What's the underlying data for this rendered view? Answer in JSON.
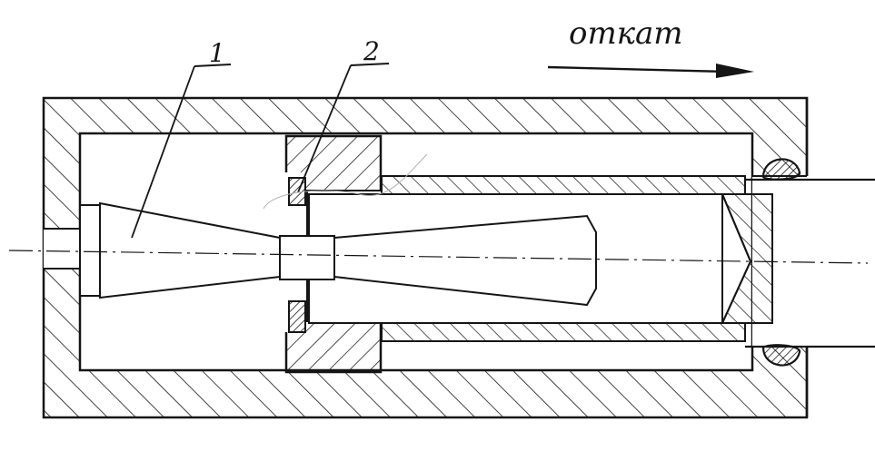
{
  "diagram": {
    "recoil_label": "откат",
    "callout_1": "1",
    "callout_2": "2"
  },
  "colors": {
    "ink": "#151515",
    "paper": "#ffffff"
  },
  "icons": {
    "recoil_direction": "arrow-right-icon"
  }
}
